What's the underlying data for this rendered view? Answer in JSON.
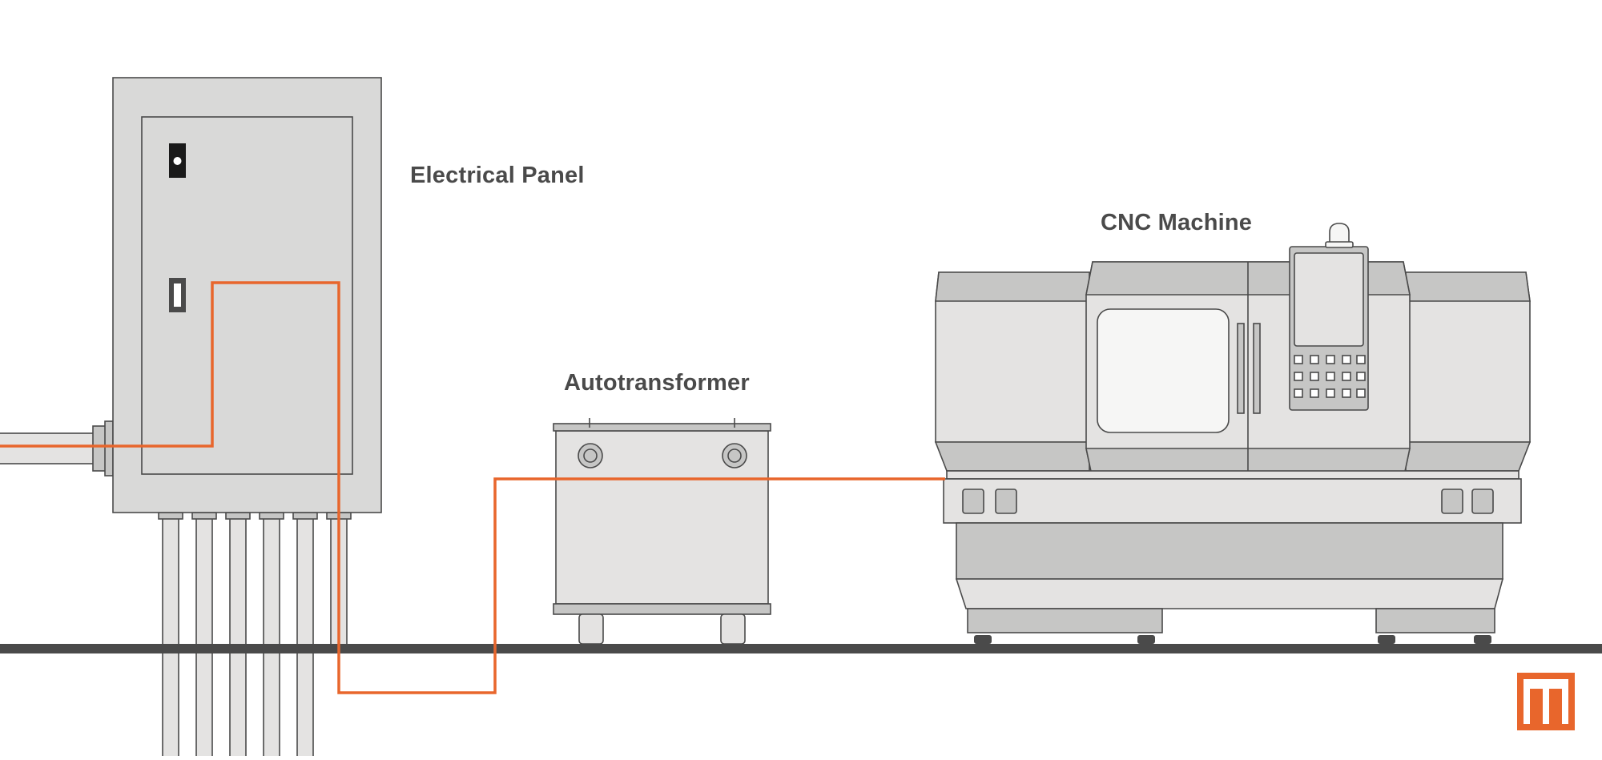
{
  "labels": {
    "electrical_panel": "Electrical Panel",
    "autotransformer": "Autotransformer",
    "cnc_machine": "CNC Machine"
  },
  "colors": {
    "wire": "#e8662c",
    "outline": "#4a4a4a",
    "light_fill": "#e4e3e2",
    "mid_fill": "#c6c6c5",
    "floor": "#4a4a4a",
    "logo": "#e8662c"
  },
  "icons": {
    "logo": "brand-logo-icon"
  }
}
